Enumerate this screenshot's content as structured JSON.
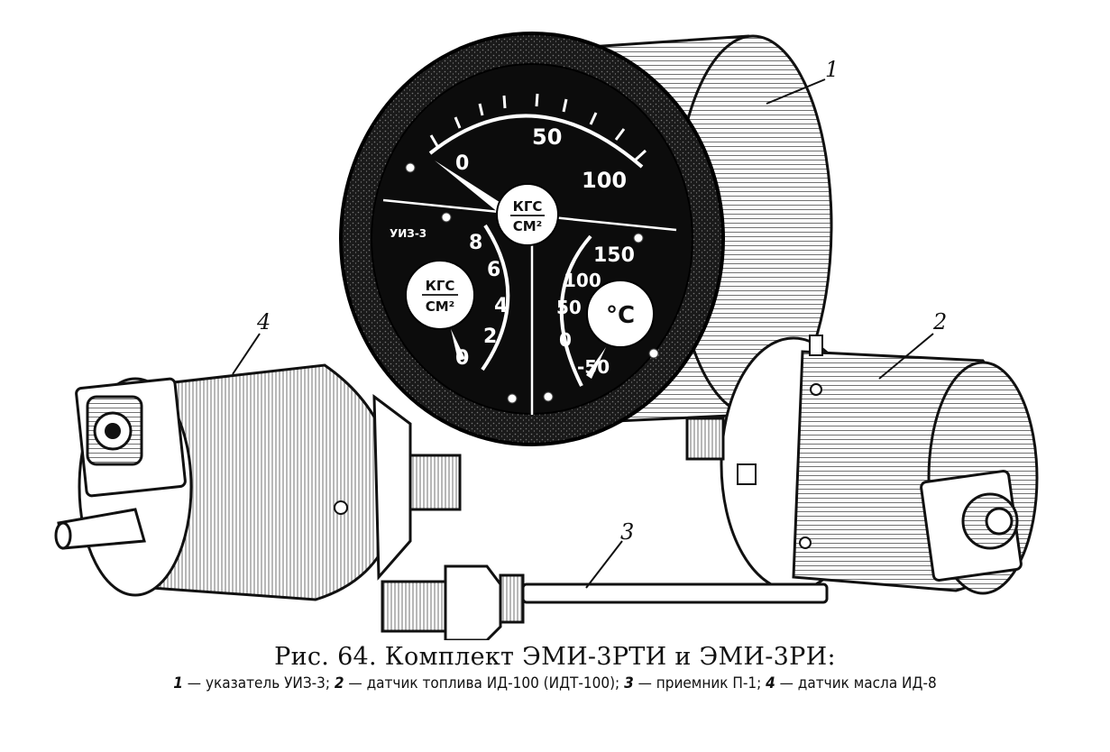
{
  "figure": {
    "callouts": [
      "1",
      "2",
      "3",
      "4"
    ],
    "gauge": {
      "model_label": "УИЗ-3",
      "top_scale": [
        "0",
        "50",
        "100"
      ],
      "top_unit_top": "КГС",
      "top_unit_bottom": "СМ²",
      "left_scale": [
        "0",
        "2",
        "4",
        "6",
        "8"
      ],
      "left_unit_top": "КГС",
      "left_unit_bottom": "СМ²",
      "right_scale": [
        "-50",
        "0",
        "50",
        "100",
        "150"
      ],
      "right_unit": "°C"
    }
  },
  "caption": {
    "title": "Рис. 64. Комплект ЭМИ-3РТИ и ЭМИ-3РИ:",
    "legend": [
      {
        "num": "1",
        "text": " — указатель УИЗ-3; "
      },
      {
        "num": "2",
        "text": " — датчик топлива ИД-100 (ИДТ-100); "
      },
      {
        "num": "3",
        "text": " — приемник П-1; "
      },
      {
        "num": "4",
        "text": " — датчик масла ИД-8"
      }
    ]
  }
}
